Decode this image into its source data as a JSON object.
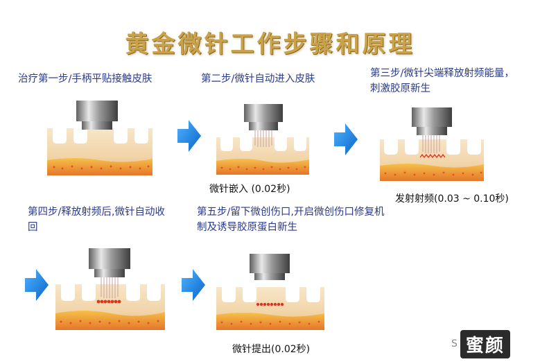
{
  "title": "黄金微针工作步骤和原理",
  "steps": [
    {
      "text": "治疗第一步/手柄平贴接触皮肤",
      "caption": ""
    },
    {
      "text": "第二步/微针自动进入皮肤",
      "caption": "微针嵌入 (0.02秒)"
    },
    {
      "text": "第三步/微针尖端释放射频能量，刺激胶原新生",
      "caption": "发射射频(0.03 ~ 0.10秒)"
    },
    {
      "text": "第四步/释放射频后,微针自动收回",
      "caption": ""
    },
    {
      "text": "第五步/留下微创伤口,开启微创伤口修复机制及诱导胶原蛋白新生",
      "caption": "微针提出(0.02秒)"
    }
  ],
  "logo": {
    "prefix": "S",
    "brand": "蜜颜"
  },
  "colors": {
    "title": "#c9a24a",
    "step_text": "#2a3a8c",
    "arrow": "#1e8fe8",
    "skin_top": "#f3dcb8",
    "skin_bottom": "#e9c08c",
    "fat_layer": "#f0a23a",
    "needle_heat": "#e0331f"
  }
}
